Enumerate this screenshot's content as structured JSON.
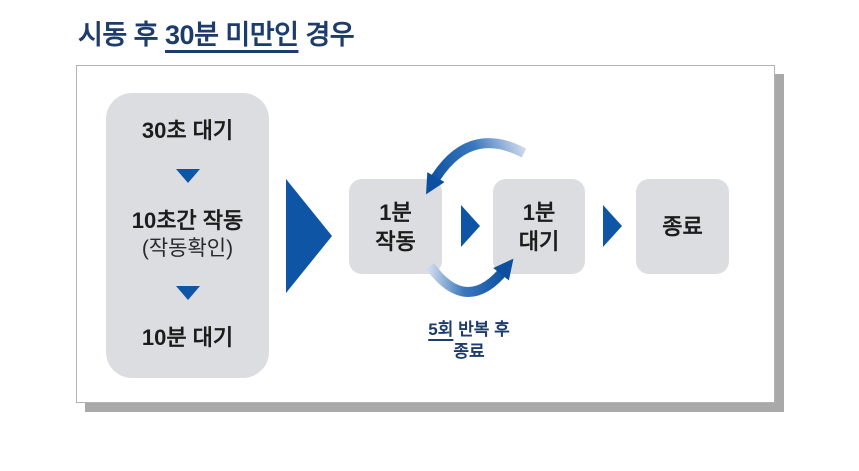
{
  "title": {
    "prefix": "시동 후 ",
    "underlined": "30분 미만인",
    "suffix": " 경우"
  },
  "left_panel": {
    "step1": "30초 대기",
    "step2_line1": "10초간 작동",
    "step2_line2": "(작동확인)",
    "step3": "10분 대기"
  },
  "flow": {
    "box1_line1": "1분",
    "box1_line2": "작동",
    "box2_line1": "1분",
    "box2_line2": "대기",
    "box3": "종료"
  },
  "loop_caption": {
    "underlined": "5회",
    "rest": " 반복 후",
    "line2": "종료"
  },
  "icons": {
    "down_arrow": "down-arrow-icon",
    "right_arrow": "right-arrow-icon",
    "loop_top": "loop-arrow-top-icon",
    "loop_bottom": "loop-arrow-bottom-icon"
  },
  "colors": {
    "navy": "#1d3c6b",
    "blue": "#0e55a6",
    "loop_dark": "#0c4fa0",
    "loop_light": "#cdd9ec",
    "box_gray": "#dcdde0",
    "shadow_gray": "#a9a9a9",
    "border_gray": "#b2b2b2"
  }
}
